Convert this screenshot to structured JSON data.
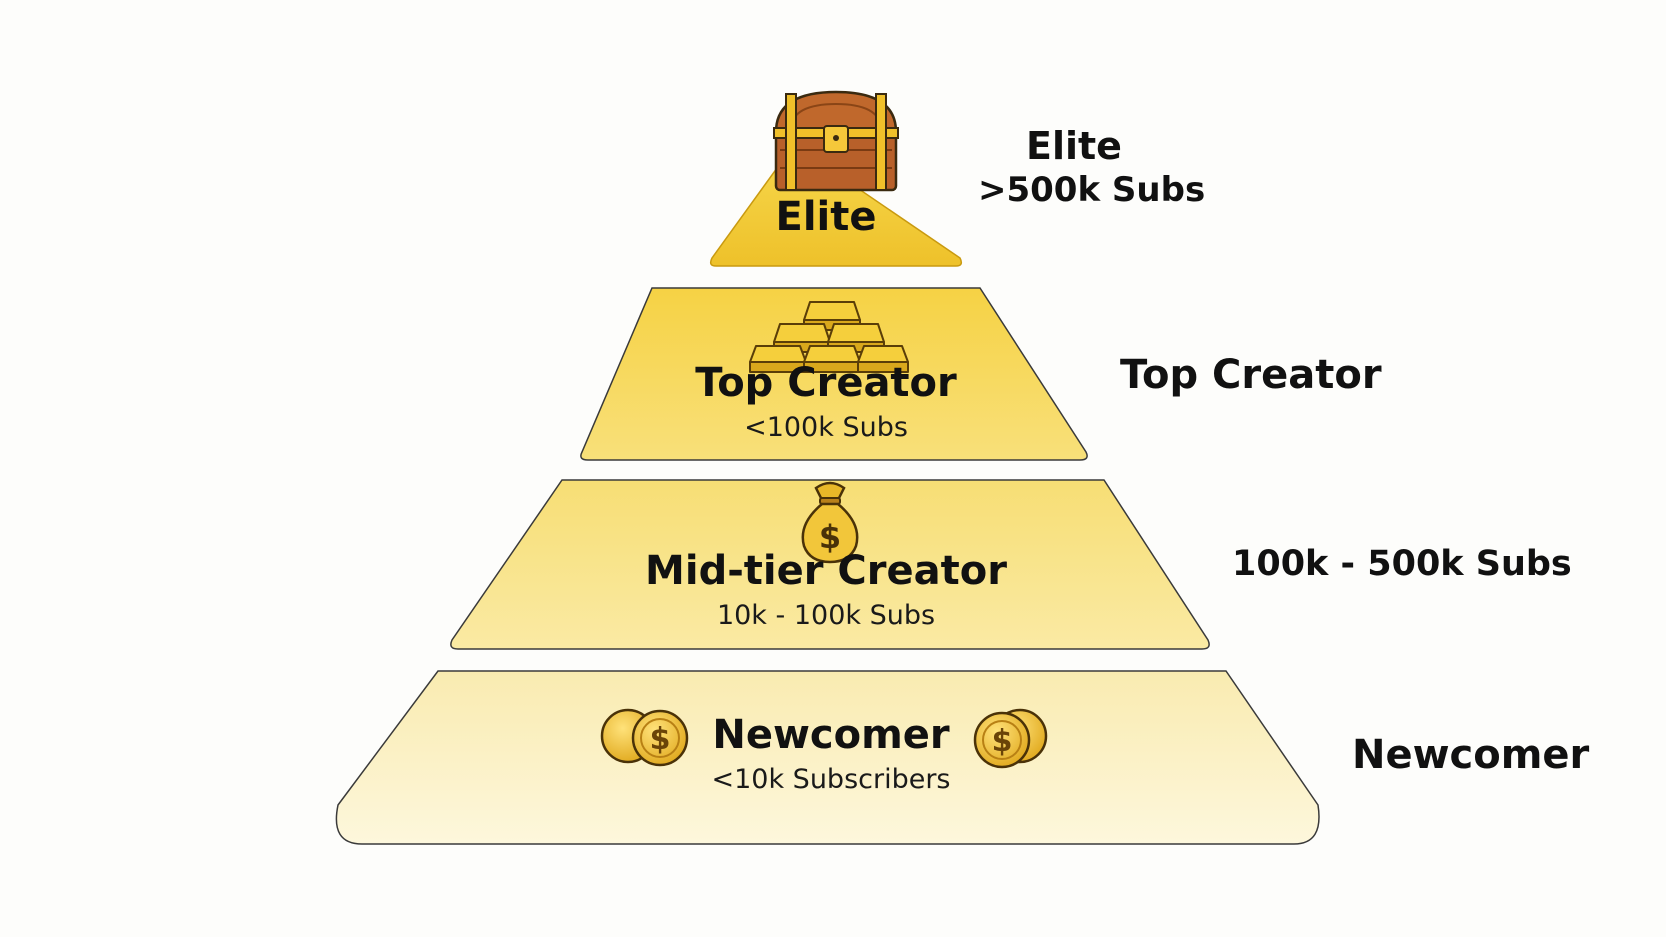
{
  "tiers": [
    {
      "id": "elite",
      "title": "Elite",
      "subtitle": "",
      "icon": "treasure-chest-icon",
      "fill": "#f0c82e",
      "fill_light": "#f6d64a"
    },
    {
      "id": "top",
      "title": "Top Creator",
      "subtitle": "<100k Subs",
      "icon": "gold-bars-icon",
      "fill": "#f4d24a",
      "fill_light": "#f8df70"
    },
    {
      "id": "mid",
      "title": "Mid-tier Creator",
      "subtitle": "10k - 100k Subs",
      "icon": "money-bag-icon",
      "fill": "#f7e07a",
      "fill_light": "#faea9c"
    },
    {
      "id": "newcomer",
      "title": "Newcomer",
      "subtitle": "<10k Subscribers",
      "icon": "coins-icon",
      "fill": "#faedb5",
      "fill_light": "#fdf6d8"
    }
  ],
  "side_labels": [
    {
      "id": "elite",
      "line1": "Elite",
      "line2": ">500k Subs"
    },
    {
      "id": "top",
      "line1": "Top Creator"
    },
    {
      "id": "mid",
      "line1": "100k - 500k Subs"
    },
    {
      "id": "newcomer",
      "line1": "Newcomer"
    }
  ],
  "colors": {
    "outline": "#3a3a3a",
    "gold": "#e3b020",
    "gold_dark": "#a87a10",
    "wood": "#b8642a"
  }
}
